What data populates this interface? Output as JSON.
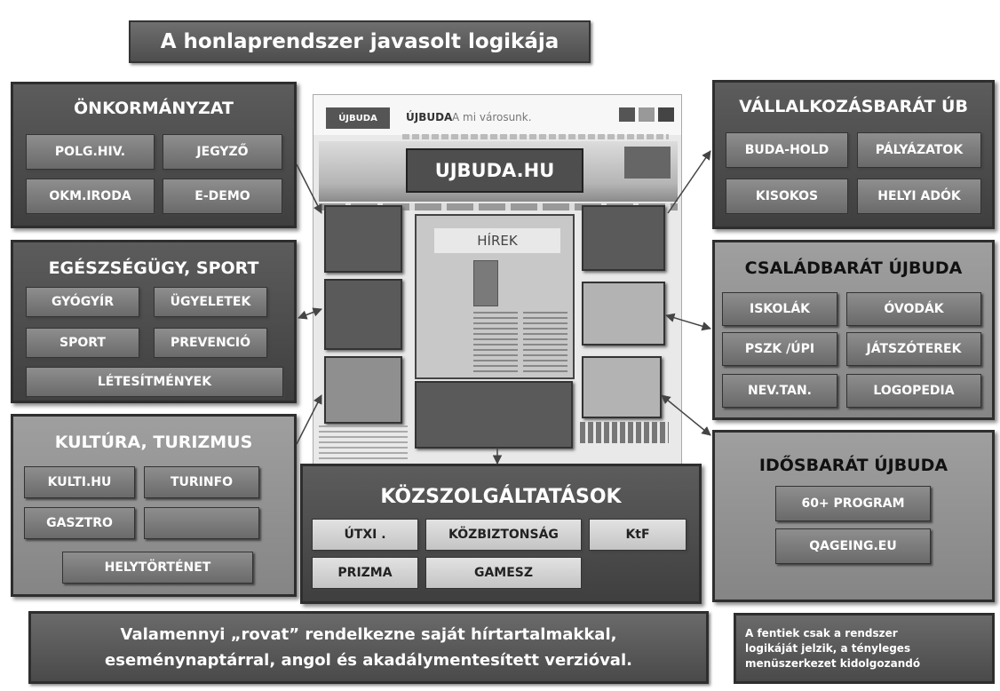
{
  "title": "A honlaprendszer javasolt logikája",
  "panels": {
    "onkormanyzat": {
      "title": "ÖNKORMÁNYZAT",
      "items": [
        "POLG.HIV.",
        "JEGYZŐ",
        "OKM.IRODA",
        "E-DEMO"
      ]
    },
    "egeszsegugy": {
      "title": "EGÉSZSÉGÜGY, SPORT",
      "items": [
        "GYÓGYÍR",
        "ÜGYELETEK",
        "SPORT",
        "PREVENCIÓ",
        "LÉTESÍTMÉNYEK"
      ]
    },
    "kultura": {
      "title": "KULTÚRA, TURIZMUS",
      "items": [
        "KULTI.HU",
        "TURINFO",
        "GASZTRO",
        "",
        "HELYTÖRTÉNET"
      ]
    },
    "kozszolgaltatasok": {
      "title": "KÖZSZOLGÁLTATÁSOK",
      "items": [
        "ÚTXI .",
        "KÖZBIZTONSÁG",
        "KtF",
        "PRIZMA",
        "GAMESZ"
      ]
    },
    "vallalkozas": {
      "title": "VÁLLALKOZÁSBARÁT ÚB",
      "items": [
        "BUDA-HOLD",
        "PÁLYÁZATOK",
        "KISOKOS",
        "HELYI ADÓK"
      ]
    },
    "csaladbarat": {
      "title": "CSALÁDBARÁT ÚJBUDA",
      "items": [
        "ISKOLÁK",
        "ÓVODÁK",
        "PSZK /ÚPI",
        "JÁTSZÓTEREK",
        "NEV.TAN.",
        "LOGOPEDIA"
      ]
    },
    "idosbarat": {
      "title": "IDŐSBARÁT ÚJBUDA",
      "items": [
        "60+ PROGRAM",
        "QAGEING.EU"
      ]
    }
  },
  "website": {
    "logo_box": "ÚJBUDA",
    "brand": "ÚJBUDA",
    "slogan": "A mi városunk.",
    "site_label": "UJBUDA.HU",
    "news_label": "HÍREK"
  },
  "footer": {
    "line1": "Valamennyi „rovat” rendelkezne  saját hírtartalmakkal,",
    "line2": "eseménynaptárral, angol és akadálymentesített  verzióval."
  },
  "note": {
    "line1": "A fentiek csak a rendszer",
    "line2": "logikáját jelzik, a tényleges",
    "line3": "menüszerkezet kidolgozandó"
  },
  "colors": {
    "dark_panel": "#4d4d4d",
    "light_panel": "#939393",
    "border": "#2e2e2e"
  }
}
